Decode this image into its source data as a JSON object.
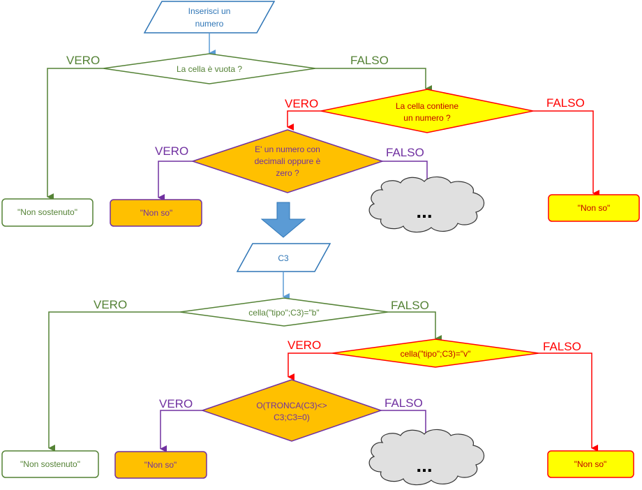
{
  "colors": {
    "green": "#548235",
    "red": "#ff0000",
    "purple": "#7030a0",
    "blue": "#2e75b6",
    "lightblue": "#5b9bd5",
    "yellow": "#ffff00",
    "orange": "#ffc000",
    "cloud": "#e0e0e0"
  },
  "section1": {
    "input_line1": "Inserisci un",
    "input_line2": "numero",
    "decision_empty": "La cella è vuota ?",
    "label_vero_1": "VERO",
    "label_falso_1": "FALSO",
    "decision_number_line1": "La cella contiene",
    "decision_number_line2": "un numero ?",
    "label_vero_2": "VERO",
    "label_falso_2": "FALSO",
    "decision_decimal_line1": "E' un numero con",
    "decision_decimal_line2": "decimali oppure è",
    "decision_decimal_line3": "zero ?",
    "label_vero_3": "VERO",
    "label_falso_3": "FALSO",
    "result_not_supported": "\"Non  sostenuto\"",
    "result_dont_know_orange": "\"Non so\"",
    "result_dont_know_yellow": "\"Non so\"",
    "cloud_dots": "..."
  },
  "section2": {
    "input_text": "C3",
    "decision_b": "cella(\"tipo\";C3)=\"b\"",
    "label_vero_1": "VERO",
    "label_falso_1": "FALSO",
    "decision_v": "cella(\"tipo\";C3)=\"v\"",
    "label_vero_2": "VERO",
    "label_falso_2": "FALSO",
    "decision_tronca_line1": "O(TRONCA(C3)<>",
    "decision_tronca_line2": "C3;C3=0)",
    "label_vero_3": "VERO",
    "label_falso_3": "FALSO",
    "result_not_supported": "\"Non  sostenuto\"",
    "result_dont_know_orange": "\"Non so\"",
    "result_dont_know_yellow": "\"Non so\"",
    "cloud_dots": "..."
  }
}
